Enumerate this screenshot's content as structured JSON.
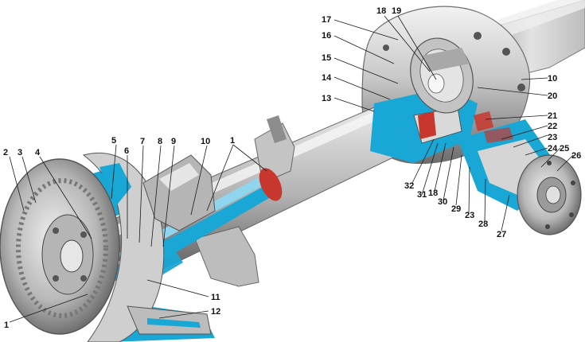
{
  "diagram": {
    "colors": {
      "housing_light": "#dcdcdc",
      "housing_mid": "#a9a9a9",
      "housing_dark": "#5e5e5e",
      "cutaway_blue": "#19a7d6",
      "seal_red": "#c8372d",
      "metal_highlight": "#f4f4f4"
    },
    "callouts": [
      {
        "id": "c1a",
        "text": "1"
      },
      {
        "id": "c1b",
        "text": "1"
      },
      {
        "id": "c2",
        "text": "2"
      },
      {
        "id": "c3",
        "text": "3"
      },
      {
        "id": "c4",
        "text": "4"
      },
      {
        "id": "c5",
        "text": "5"
      },
      {
        "id": "c6",
        "text": "6"
      },
      {
        "id": "c7",
        "text": "7"
      },
      {
        "id": "c8",
        "text": "8"
      },
      {
        "id": "c9",
        "text": "9"
      },
      {
        "id": "c10a",
        "text": "10"
      },
      {
        "id": "c10b",
        "text": "10"
      },
      {
        "id": "c11",
        "text": "11"
      },
      {
        "id": "c12",
        "text": "12"
      },
      {
        "id": "c13",
        "text": "13"
      },
      {
        "id": "c14",
        "text": "14"
      },
      {
        "id": "c15",
        "text": "15"
      },
      {
        "id": "c16",
        "text": "16"
      },
      {
        "id": "c17",
        "text": "17"
      },
      {
        "id": "c18a",
        "text": "18"
      },
      {
        "id": "c18b",
        "text": "18"
      },
      {
        "id": "c19",
        "text": "19"
      },
      {
        "id": "c20",
        "text": "20"
      },
      {
        "id": "c21",
        "text": "21"
      },
      {
        "id": "c22",
        "text": "22"
      },
      {
        "id": "c23a",
        "text": "23"
      },
      {
        "id": "c23b",
        "text": "23"
      },
      {
        "id": "c24",
        "text": "24"
      },
      {
        "id": "c25",
        "text": "25"
      },
      {
        "id": "c26",
        "text": "26"
      },
      {
        "id": "c27",
        "text": "27"
      },
      {
        "id": "c28",
        "text": "28"
      },
      {
        "id": "c29",
        "text": "29"
      },
      {
        "id": "c30",
        "text": "30"
      },
      {
        "id": "c31",
        "text": "31"
      },
      {
        "id": "c32",
        "text": "32"
      }
    ]
  }
}
